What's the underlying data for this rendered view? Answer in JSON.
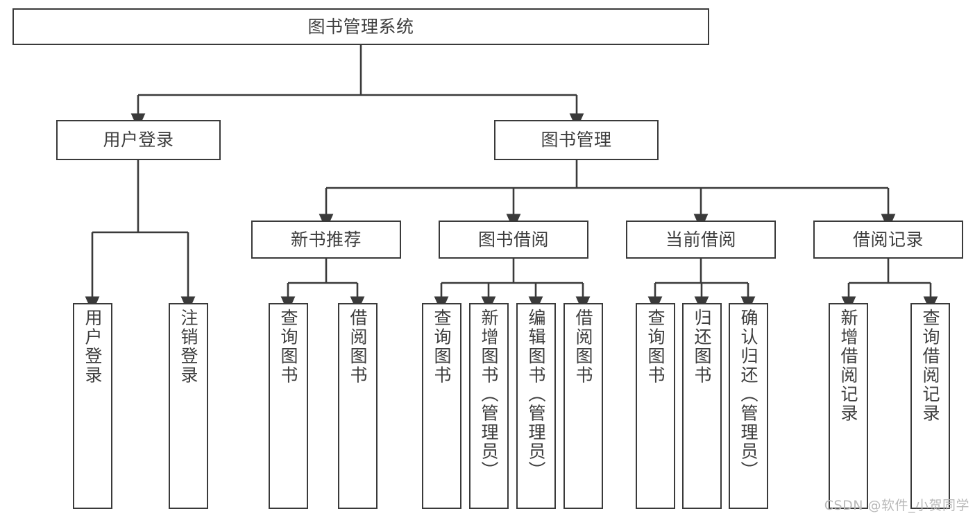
{
  "diagram": {
    "title": "图书管理系统",
    "type": "tree-hierarchy-chart",
    "colors": {
      "box_border": "#3a3a3a",
      "box_fill": "#ffffff",
      "connector": "#3a3a3a",
      "text": "#3d3d3d",
      "watermark": "#b9b9b9",
      "background": "#ffffff"
    }
  },
  "root": {
    "label": "图书管理系统"
  },
  "level1": [
    {
      "label": "用户登录"
    },
    {
      "label": "图书管理"
    }
  ],
  "level2": [
    {
      "label": "新书推荐"
    },
    {
      "label": "图书借阅"
    },
    {
      "label": "当前借阅"
    },
    {
      "label": "借阅记录"
    }
  ],
  "leaves": {
    "user_login": [
      {
        "label": "用户登录"
      },
      {
        "label": "注销登录"
      }
    ],
    "new_book": [
      {
        "label": "查询图书"
      },
      {
        "label": "借阅图书"
      }
    ],
    "book_borrow": [
      {
        "label": "查询图书"
      },
      {
        "label": "新增图书（管理员）"
      },
      {
        "label": "编辑图书（管理员）"
      },
      {
        "label": "借阅图书"
      }
    ],
    "current_borrow": [
      {
        "label": "查询图书"
      },
      {
        "label": "归还图书"
      },
      {
        "label": "确认归还（管理员）"
      }
    ],
    "borrow_record": [
      {
        "label": "新增借阅记录"
      },
      {
        "label": "查询借阅记录"
      }
    ]
  },
  "watermark": {
    "text": "CSDN @软件_小贺同学"
  }
}
